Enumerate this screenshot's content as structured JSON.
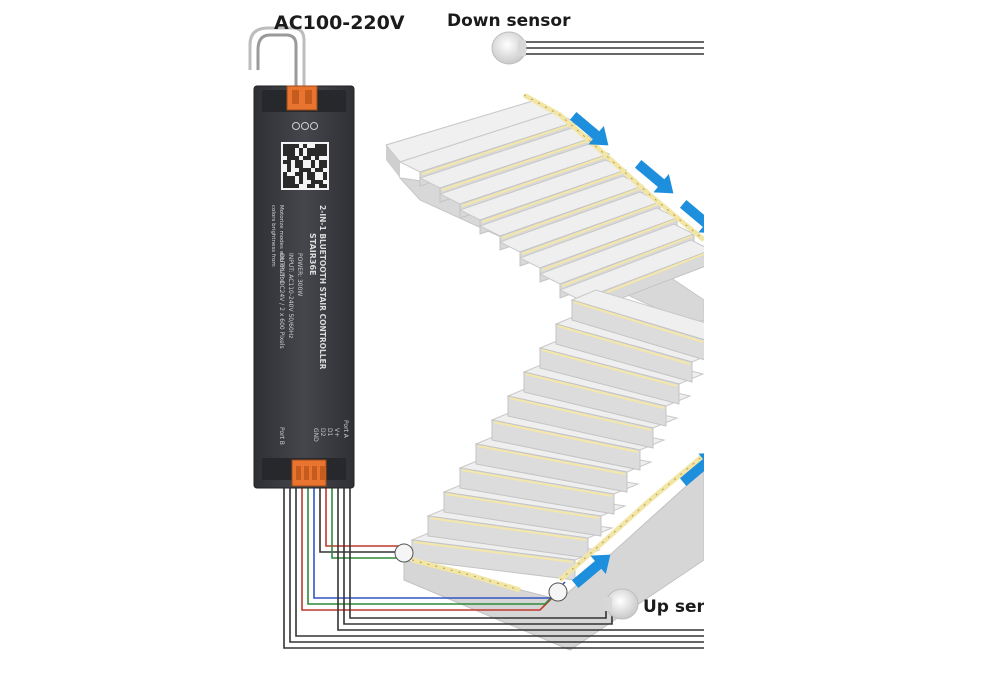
{
  "labels": {
    "power": "AC100-220V",
    "down_sensor": "Down sensor",
    "up_sensor": "Up sen"
  },
  "controller": {
    "product_line": "2-IN-1 BLUETOOTH STAIR CONTROLLER",
    "model": "STAIR36E",
    "power": "POWER: 300W",
    "input": "INPUT: AC110-240V 50/60Hz",
    "output": "OUTPUT: DC24V / 2 x 600 Pixels",
    "note_line1": "Motorize modes with 60-300",
    "note_line2": "colors brightness from",
    "port_a": "Port A",
    "port_b": "Port B",
    "pins": [
      "V+",
      "D1",
      "D2",
      "GND"
    ]
  },
  "colors": {
    "device_body": "#3c3d42",
    "terminal_orange": "#e8742f",
    "arrow_blue": "#1e8fdc",
    "stair_face": "#e9e9e9",
    "led_glow": "#f4e7a8"
  }
}
